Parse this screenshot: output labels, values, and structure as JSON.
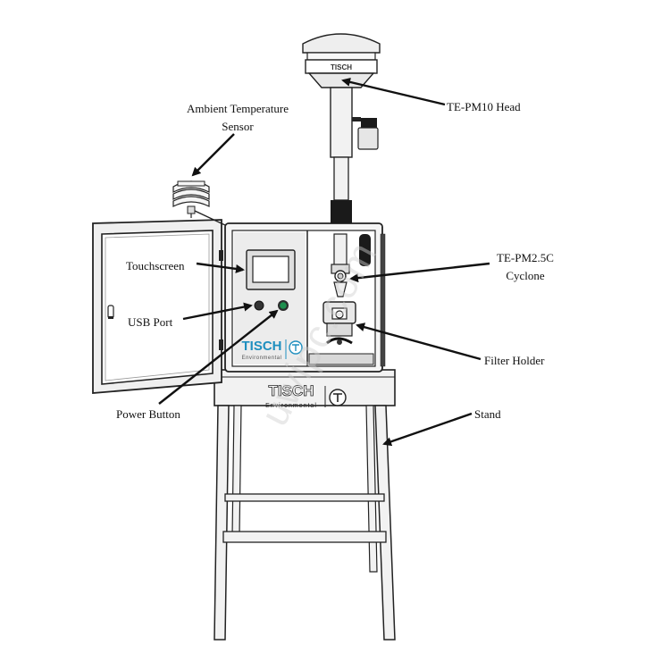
{
  "labels": {
    "pm10_head": "TE-PM10 Head",
    "ambient_sensor_line1": "Ambient Temperature",
    "ambient_sensor_line2": "Sensor",
    "touchscreen": "Touchscreen",
    "usb_port": "USB Port",
    "power_button": "Power Button",
    "cyclone_line1": "TE-PM2.5C",
    "cyclone_line2": "Cyclone",
    "filter_holder": "Filter Holder",
    "stand": "Stand"
  },
  "branding": {
    "enclosure_logo": "TISCH",
    "enclosure_logo_sub": "Environmental",
    "stand_logo": "TISCH",
    "stand_logo_sub": "Environmental",
    "head_logo": "TISCH"
  },
  "watermark": "uwipc.com",
  "colors": {
    "outline": "#222222",
    "light_fill": "#f4f4f4",
    "mid_fill": "#d9d9d9",
    "dark": "#1a1a1a",
    "power_green": "#1e8f4e",
    "logo_blue": "#1f8fbf"
  }
}
